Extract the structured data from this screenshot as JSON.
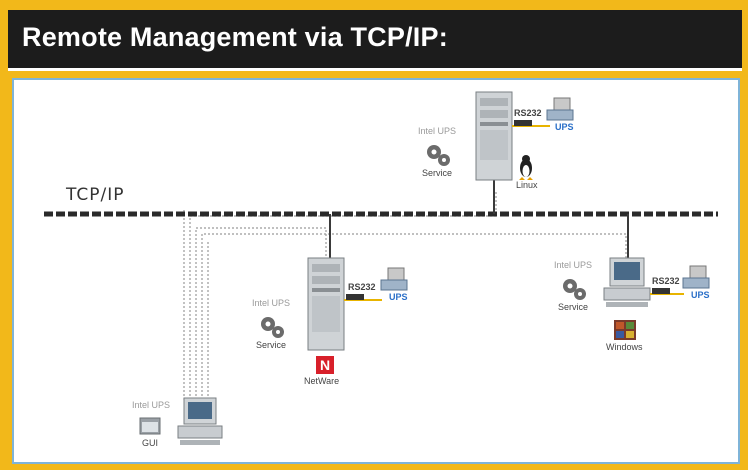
{
  "title": "Remote Management via TCP/IP:",
  "network_label": "TCP/IP",
  "nodes": {
    "linux": {
      "software": "Intel UPS",
      "service": "Service",
      "os": "Linux",
      "port": "RS232",
      "ups": "UPS"
    },
    "netware": {
      "software": "Intel UPS",
      "service": "Service",
      "os": "NetWare",
      "port": "RS232",
      "ups": "UPS"
    },
    "windows": {
      "software": "Intel UPS",
      "service": "Service",
      "os": "Windows",
      "port": "RS232",
      "ups": "UPS"
    },
    "client": {
      "software": "Intel UPS",
      "os": "GUI"
    }
  },
  "colors": {
    "frame": "#f2b81a",
    "title_bg": "#1c1c1c",
    "panel_border": "#7fb4d8",
    "bus": "#2a2a2a",
    "serial_line": "#e8b400",
    "ups_label": "#2a6fc8"
  }
}
